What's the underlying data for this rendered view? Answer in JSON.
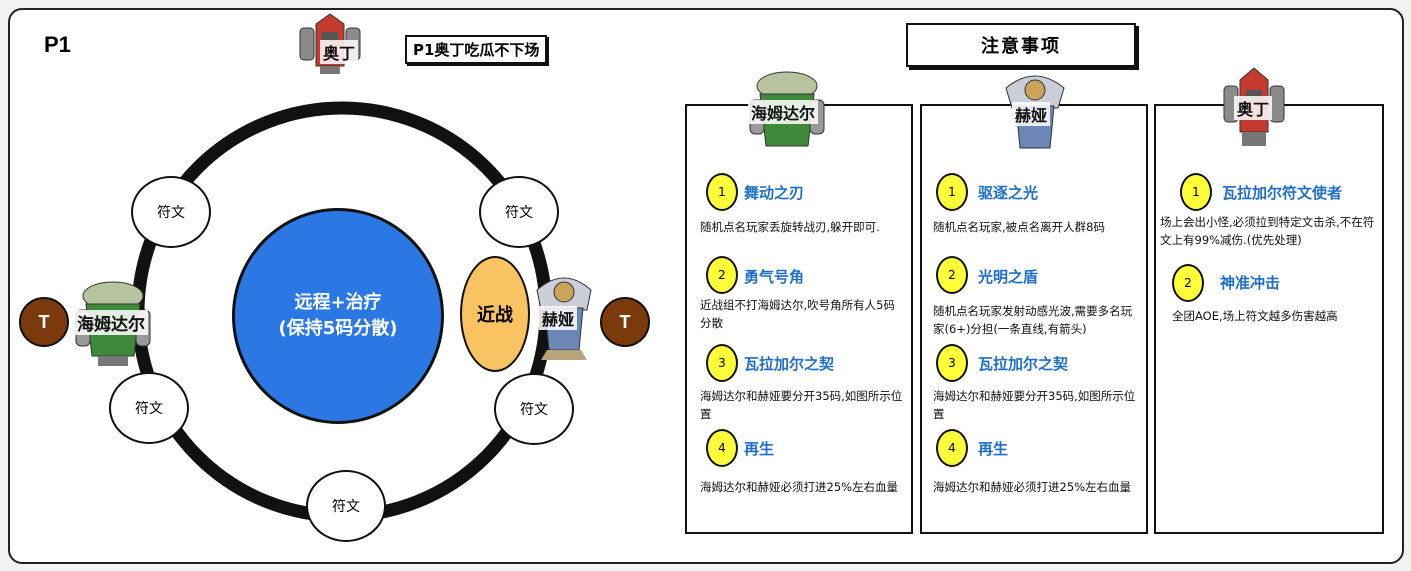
{
  "phase_label": "P1",
  "boss_note": "P1奥丁吃瓜不下场",
  "notice_title": "注意事项",
  "arena": {
    "centre_line1": "远程+治疗",
    "centre_line2": "(保持5码分散)",
    "melee": "近战",
    "rune": "符文",
    "tank": "T",
    "bosses": {
      "odyn": "奥丁",
      "hymdall": "海姆达尔",
      "hyrja": "赫娅"
    }
  },
  "columns": [
    {
      "boss": "海姆达尔",
      "abilities": [
        {
          "num": "1",
          "name": "舞动之刃",
          "desc": "随机点名玩家丢旋转战刃,躲开即可."
        },
        {
          "num": "2",
          "name": "勇气号角",
          "desc": "近战组不打海姆达尔,吹号角所有人5码分散"
        },
        {
          "num": "3",
          "name": "瓦拉加尔之契",
          "desc": "海姆达尔和赫娅要分开35码,如图所示位置"
        },
        {
          "num": "4",
          "name": "再生",
          "desc": "海姆达尔和赫娅必须打进25%左右血量"
        }
      ]
    },
    {
      "boss": "赫娅",
      "abilities": [
        {
          "num": "1",
          "name": "驱逐之光",
          "desc": "随机点名玩家,被点名离开人群8码"
        },
        {
          "num": "2",
          "name": "光明之盾",
          "desc": "随机点名玩家发射动感光波,需要多名玩家(6+)分担(一条直线,有箭头)"
        },
        {
          "num": "3",
          "name": "瓦拉加尔之契",
          "desc": "海姆达尔和赫娅要分开35码,如图所示位置"
        },
        {
          "num": "4",
          "name": "再生",
          "desc": "海姆达尔和赫娅必须打进25%左右血量"
        }
      ]
    },
    {
      "boss": "奥丁",
      "abilities": [
        {
          "num": "1",
          "name": "瓦拉加尔符文使者",
          "desc": "场上会出小怪,必须拉到特定文击杀,不在符文上有99%减伤.(优先处理)"
        },
        {
          "num": "2",
          "name": "神准冲击",
          "desc": "全团AOE,场上符文越多伤害越高"
        }
      ]
    }
  ],
  "colors": {
    "ranged_zone": "#2b78e4",
    "melee_zone": "#f9c262",
    "tank": "#7a3a0c",
    "ability_marker": "#ffff3a",
    "ability_name": "#1f6fc5"
  }
}
